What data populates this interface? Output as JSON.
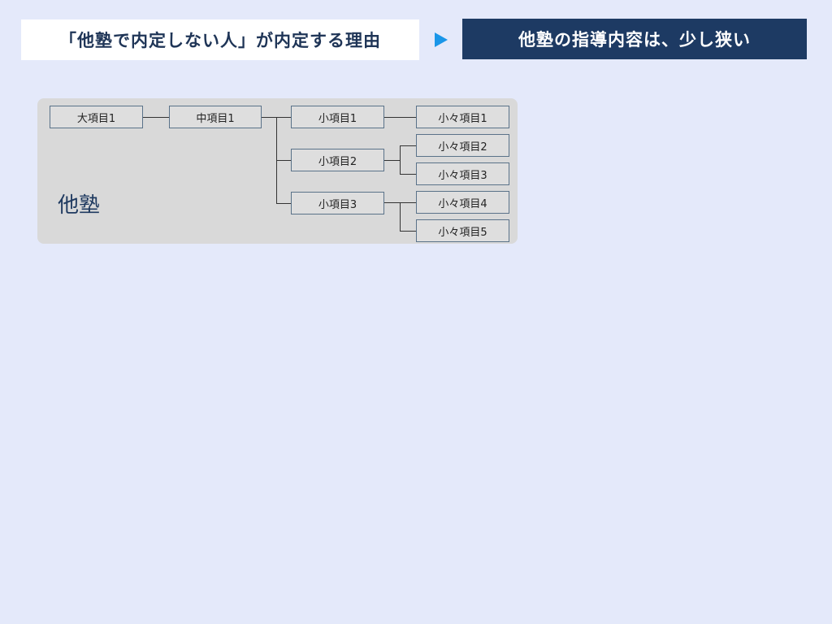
{
  "header": {
    "left_title": "「他塾で内定しない人」が内定する理由",
    "arrow_icon": "triangle-right-icon",
    "right_title": "他塾の指導内容は、少し狭い",
    "colors": {
      "background": "#e4e9fa",
      "left_box": "#ffffff",
      "right_box": "#1d3a63",
      "arrow": "#1a96e8"
    }
  },
  "diagram": {
    "label": "他塾",
    "level1": "大項目1",
    "level2": "中項目1",
    "level3": [
      "小項目1",
      "小項目2",
      "小項目3"
    ],
    "level4": [
      "小々項目1",
      "小々項目2",
      "小々項目3",
      "小々項目4",
      "小々項目5"
    ],
    "tree": {
      "大項目1": {
        "中項目1": {
          "小項目1": [
            "小々項目1"
          ],
          "小項目2": [
            "小々項目2",
            "小々項目3"
          ],
          "小項目3": [
            "小々項目4",
            "小々項目5"
          ]
        }
      }
    }
  }
}
